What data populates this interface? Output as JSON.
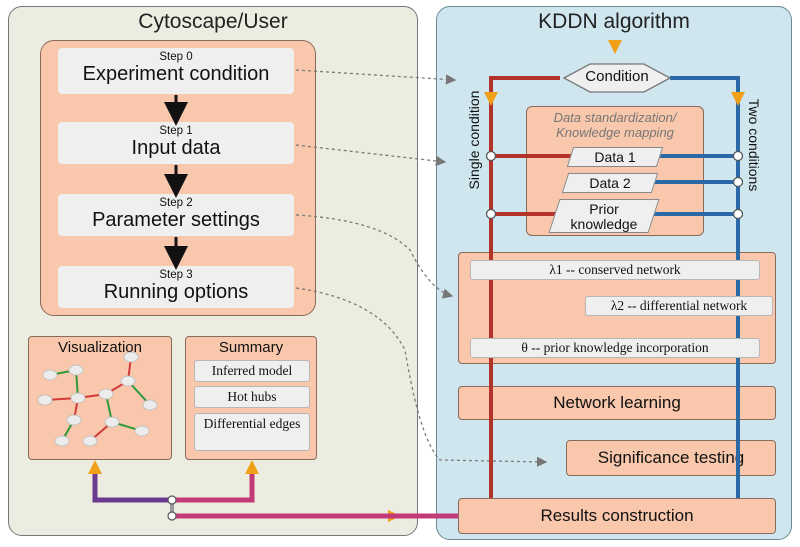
{
  "left_panel": {
    "title": "Cytoscape/User",
    "steps": [
      {
        "step": "Step 0",
        "label": "Experiment condition"
      },
      {
        "step": "Step 1",
        "label": "Input data"
      },
      {
        "step": "Step 2",
        "label": "Parameter settings"
      },
      {
        "step": "Step 3",
        "label": "Running options"
      }
    ],
    "visualization": {
      "title": "Visualization"
    },
    "summary": {
      "title": "Summary",
      "items": [
        "Inferred model",
        "Hot hubs",
        "Differential edges"
      ]
    }
  },
  "right_panel": {
    "title": "KDDN algorithm",
    "condition": "Condition",
    "single_condition": "Single condition",
    "two_conditions": "Two conditions",
    "mapping": {
      "title": "Data standardization/ Knowledge mapping",
      "items": [
        "Data 1",
        "Data 2",
        "Prior knowledge"
      ]
    },
    "parameters": [
      "λ1 -- conserved network",
      "λ2 -- differential network",
      "θ -- prior knowledge incorporation"
    ],
    "network_learning": "Network learning",
    "significance_testing": "Significance testing",
    "results_construction": "Results construction"
  },
  "colors": {
    "red_path": "#b3322a",
    "blue_path": "#2b68a6",
    "purple_path": "#6b3a8f",
    "pink_path": "#c23a78",
    "arrow_orange": "#f0a018",
    "left_panel_bg": "#ecede0",
    "right_panel_bg": "#cfe6ef",
    "box_orange": "#f9c7ab"
  },
  "icons": [
    "flow-arrow-icon",
    "node-circle-icon",
    "network-graph-icon"
  ]
}
